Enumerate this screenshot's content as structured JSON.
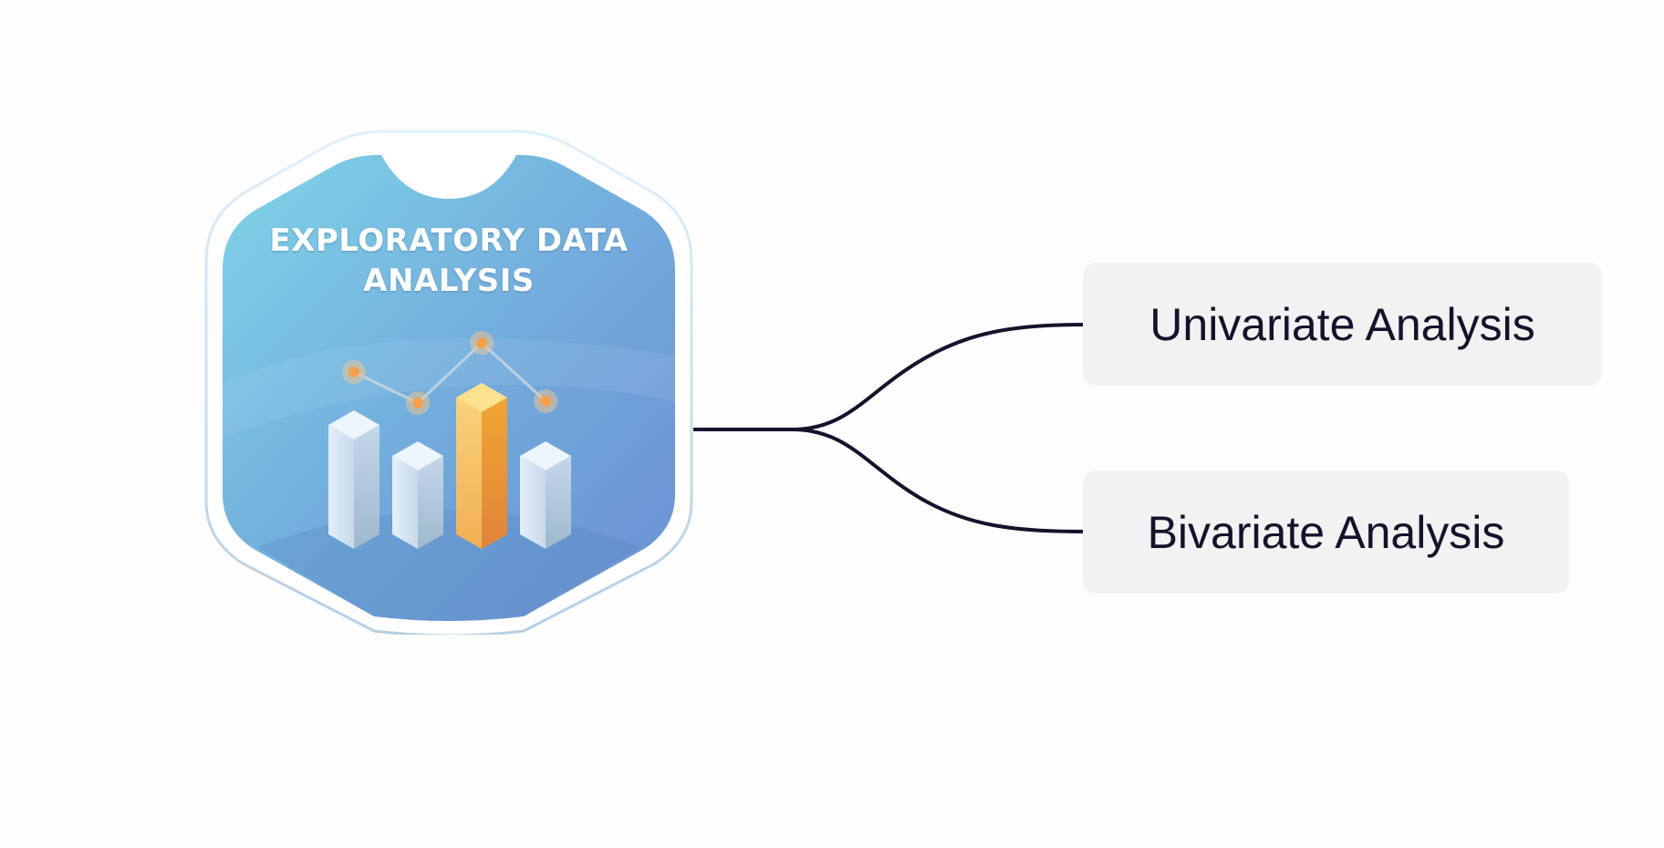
{
  "diagram": {
    "root": {
      "title_line1": "EXPLORATORY DATA",
      "title_line2": "ANALYSIS",
      "icon": "bar-chart-with-trend-line-icon"
    },
    "branches": [
      {
        "label": "Univariate Analysis"
      },
      {
        "label": "Bivariate Analysis"
      }
    ]
  },
  "colors": {
    "badge_gradient_start": "#7ed3e8",
    "badge_gradient_end": "#6e96d6",
    "node_background": "#f2f2f2",
    "node_text": "#14132b",
    "connector": "#14132b",
    "highlight_bar": "#f2a93b"
  }
}
